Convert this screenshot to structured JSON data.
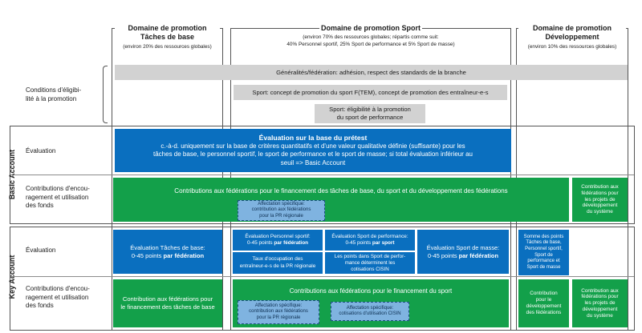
{
  "columns": {
    "base": {
      "title_line1": "Domaine de promotion",
      "title_line2": "Tâches de base",
      "subtitle": "(environ 20% des ressources globales)"
    },
    "sport": {
      "title": "Domaine de promotion Sport",
      "subtitle_line1": "(environ 70% des ressources globales; répartis comme suit:",
      "subtitle_line2": "40% Personnel sportif,  25% Sport de performance et 5% Sport de masse)"
    },
    "dev": {
      "title_line1": "Domaine de promotion",
      "title_line2": "Développement",
      "subtitle": "(environ 10% des ressources globales)"
    }
  },
  "rows": {
    "eligibility": {
      "line1": "Conditions d'éligibi-",
      "line2": "lité à la promotion"
    },
    "basic_eval": "Évaluation",
    "basic_contrib": {
      "line1": "Contributions d'encou-",
      "line2": "ragement et utilisation",
      "line3": "des fonds"
    },
    "key_eval": "Évaluation",
    "key_contrib": {
      "line1": "Contributions d'encou-",
      "line2": "ragement et utilisation",
      "line3": "des fonds"
    }
  },
  "sections": {
    "basic": "Basic Account",
    "key": "Key Account"
  },
  "eligibility_boxes": {
    "general": "Généralités/fédération: adhésion, respect des standards de la branche",
    "concept": "Sport: concept de promotion du sport F(TEM), concept de promotion des entraîneur-e-s",
    "performance_line1": "Sport: éligibilité à la promotion",
    "performance_line2": "du sport de performance"
  },
  "basic_account": {
    "eval_title": "Évaluation sur la base du prétest",
    "eval_line1": "c.-à-d. uniquement sur la base de critères quantitatifs et d'une valeur qualitative définie (suffisante) pour les",
    "eval_line2": "tâches de base, le personnel sportif, le sport de performance et le sport de masse; si total évaluation inférieur au",
    "eval_line3": "seuil => Basic Account",
    "contrib_main": "Contributions aux fédérations pour le financement des tâches de base, du sport et du développement des fédérations",
    "contrib_specific_line1": "Affectation spécifique:",
    "contrib_specific_line2": "contribution aux fédérations",
    "contrib_specific_line3": "pour la PR régionale",
    "dev_contrib": {
      "line1": "Contribution aux",
      "line2": "fédérations pour",
      "line3": "les projets de",
      "line4": "développement",
      "line5": "du système"
    }
  },
  "key_account": {
    "eval_base_line1": "Évaluation Tâches de base:",
    "eval_base_line2_pre": "0-45 points ",
    "eval_base_line2_bold": "par fédération",
    "eval_personnel_line1": "Évaluation Personnel sportif:",
    "eval_personnel_line2_pre": "0-45 points ",
    "eval_personnel_line2_bold": "par fédération",
    "eval_perf_line1": "Évaluation Sport de performance:",
    "eval_perf_line2_pre": "0-45 points ",
    "eval_perf_line2_bold": "par sport",
    "eval_masse_line1": "Évaluation Sport de masse:",
    "eval_masse_line2_pre": "0-45 points ",
    "eval_masse_line2_bold": "par fédération",
    "taux_line1": "Taux d'occupation des",
    "taux_line2": "entraîneur-e-s de la PR régionale",
    "points_line1": "Les points dans Sport de perfor-",
    "points_line2": "mance déterminent les",
    "points_line3": "cotisations CISIN",
    "dev_sum": {
      "line1": "Somme des points",
      "line2": "Tâches de base,",
      "line3": "Personnel sportif,",
      "line4": "Sport de",
      "line5": "performance et",
      "line6": "Sport de masse"
    },
    "contrib_base_line1": "Contribution aux fédérations pour",
    "contrib_base_line2": "le financement des tâches de base",
    "contrib_sport": "Contributions aux fédérations pour le financement du sport",
    "contrib_spec1_line1": "Affectation spécifique:",
    "contrib_spec1_line2": "contribution aux fédérations",
    "contrib_spec1_line3": "pour la PR régionale",
    "contrib_spec2_line1": "Affectation spécifique:",
    "contrib_spec2_line2": "cotisations d'utilisation CISIN",
    "dev_contrib_left": {
      "line1": "Contribution",
      "line2": "pour le",
      "line3": "développement",
      "line4": "des fédérations"
    },
    "dev_contrib_right": {
      "line1": "Contribution aux",
      "line2": "fédérations pour",
      "line3": "les projets de",
      "line4": "développement",
      "line5": "du système"
    }
  },
  "colors": {
    "blue": "#0a6fbf",
    "green": "#13a04a",
    "gray": "#d2d2d2",
    "light_blue": "#7fb3e0"
  }
}
